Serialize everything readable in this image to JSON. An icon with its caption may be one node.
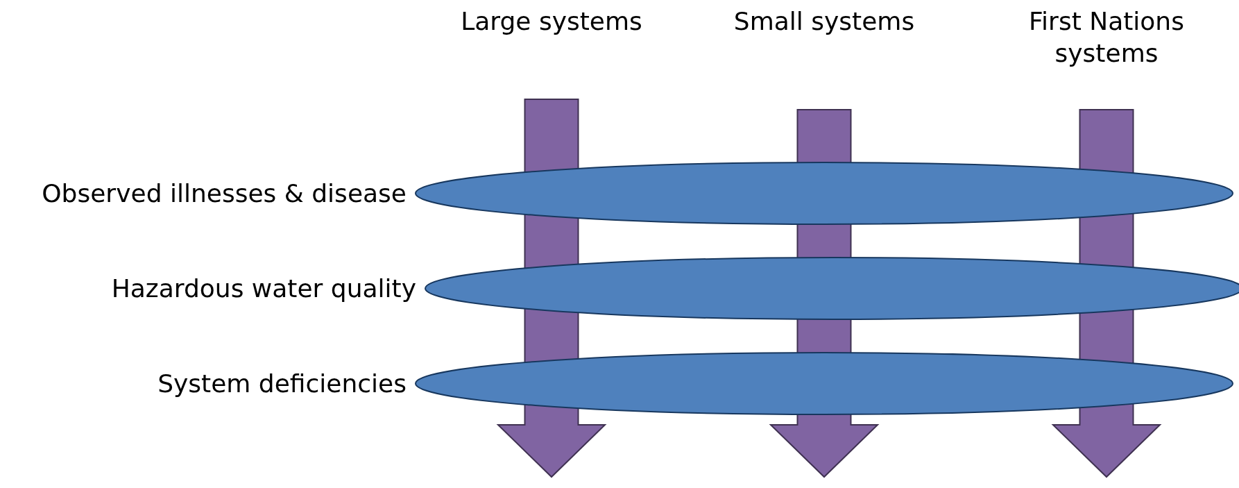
{
  "diagram": {
    "nodes": [
      {
        "text": [
          "Large systems"
        ]
      },
      {
        "text": [
          "Small systems"
        ]
      },
      {
        "text": [
          "First Nations systems"
        ]
      },
      {
        "text": [],
        "shape": "ellipse",
        "beside": [
          "Observed illnesses & disease"
        ]
      },
      {
        "text": [],
        "shape": "ellipse",
        "beside": [
          "Hazardous water quality"
        ]
      },
      {
        "text": [],
        "shape": "ellipse",
        "beside": [
          "System deficiencies"
        ]
      }
    ]
  }
}
